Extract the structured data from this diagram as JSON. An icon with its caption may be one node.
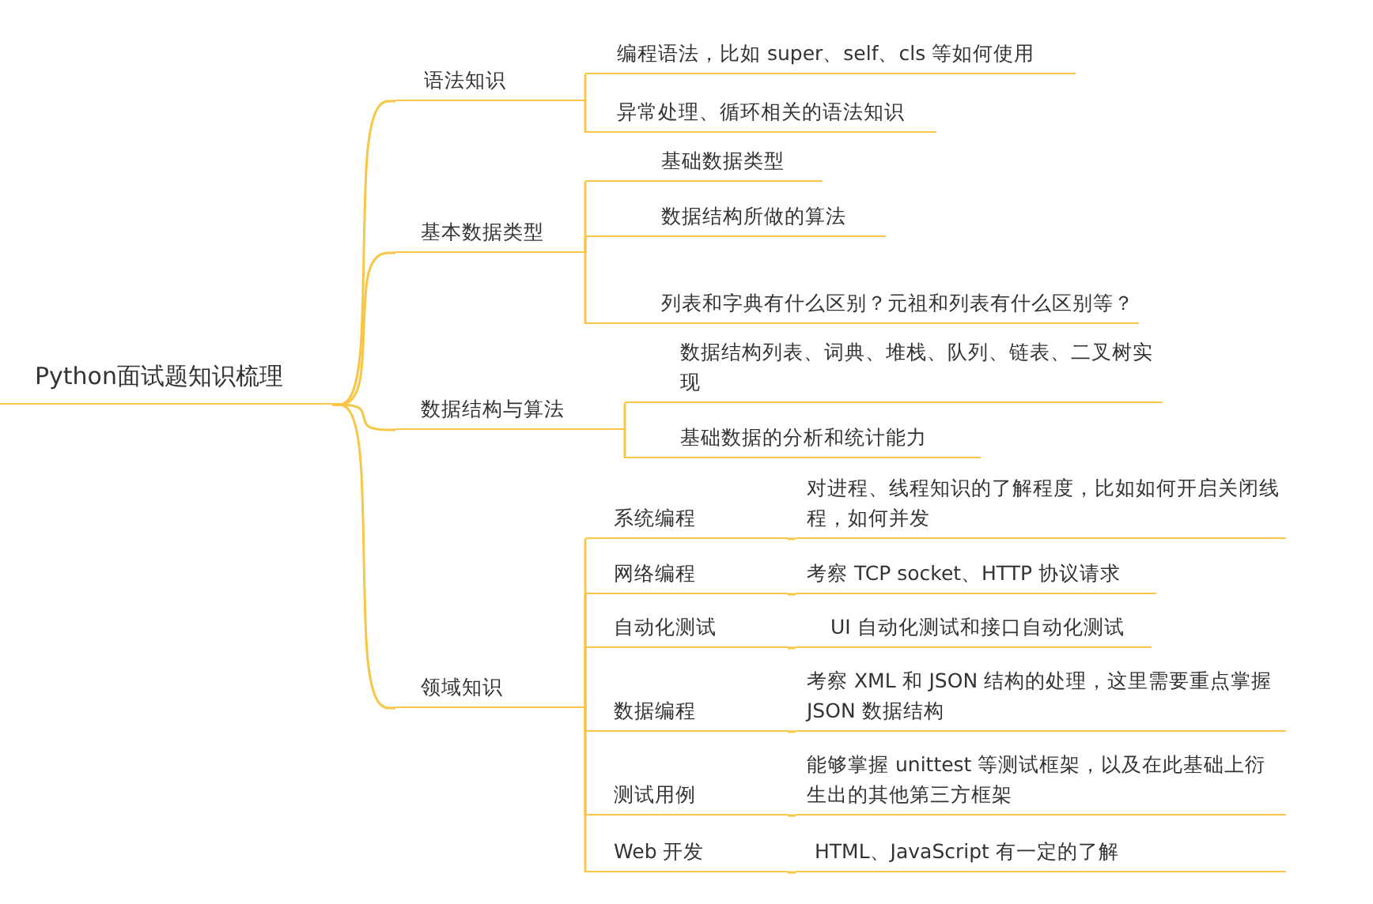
{
  "diagram": {
    "nodes": [
      {
        "text": [
          "Python面试题知识梳理"
        ]
      },
      {
        "text": [
          "语法知识"
        ]
      },
      {
        "text": [
          "编程语法，比如 super、self、cls 等如何使用"
        ]
      },
      {
        "text": [
          "异常处理、循环相关的语法知识"
        ]
      },
      {
        "text": [
          "基本数据类型"
        ]
      },
      {
        "text": [
          "基础数据类型"
        ]
      },
      {
        "text": [
          "数据结构所做的算法"
        ]
      },
      {
        "text": [
          "列表和字典有什么区别？元祖和列表有什么区别等？"
        ]
      },
      {
        "text": [
          "数据结构与算法"
        ]
      },
      {
        "text": [
          "数据结构列表、词典、堆栈、队列、链表、二叉树实现"
        ]
      },
      {
        "text": [
          "基础数据的分析和统计能力"
        ]
      },
      {
        "text": [
          "领域知识"
        ]
      },
      {
        "text": [
          "系统编程"
        ]
      },
      {
        "text": [
          "对进程、线程知识的了解程度，比如如何开启关闭线程，如何并发"
        ]
      },
      {
        "text": [
          "网络编程"
        ]
      },
      {
        "text": [
          "考察 TCP socket、HTTP 协议请求"
        ]
      },
      {
        "text": [
          "自动化测试"
        ]
      },
      {
        "text": [
          "UI 自动化测试和接口自动化测试"
        ]
      },
      {
        "text": [
          "数据编程"
        ]
      },
      {
        "text": [
          "考察 XML 和 JSON 结构的处理，这里需要重点掌握 JSON 数据结构"
        ]
      },
      {
        "text": [
          "测试用例"
        ]
      },
      {
        "text": [
          "能够掌握 unittest 等测试框架，以及在此基础上衍生出的其他第三方框架"
        ]
      },
      {
        "text": [
          "Web 开发"
        ]
      },
      {
        "text": [
          "HTML、JavaScript 有一定的了解"
        ]
      }
    ],
    "edges": [
      {
        "from": 0,
        "to": 1,
        "arrow": "none"
      },
      {
        "from": 0,
        "to": 4,
        "arrow": "none"
      },
      {
        "from": 0,
        "to": 8,
        "arrow": "none"
      },
      {
        "from": 0,
        "to": 11,
        "arrow": "none"
      },
      {
        "from": 1,
        "to": 2,
        "arrow": "none"
      },
      {
        "from": 1,
        "to": 3,
        "arrow": "none"
      },
      {
        "from": 4,
        "to": 5,
        "arrow": "none"
      },
      {
        "from": 4,
        "to": 6,
        "arrow": "none"
      },
      {
        "from": 4,
        "to": 7,
        "arrow": "none"
      },
      {
        "from": 8,
        "to": 9,
        "arrow": "none"
      },
      {
        "from": 8,
        "to": 10,
        "arrow": "none"
      },
      {
        "from": 11,
        "to": 12,
        "arrow": "none"
      },
      {
        "from": 11,
        "to": 14,
        "arrow": "none"
      },
      {
        "from": 11,
        "to": 16,
        "arrow": "none"
      },
      {
        "from": 11,
        "to": 18,
        "arrow": "none"
      },
      {
        "from": 11,
        "to": 20,
        "arrow": "none"
      },
      {
        "from": 11,
        "to": 22,
        "arrow": "none"
      },
      {
        "from": 12,
        "to": 13,
        "arrow": "none"
      },
      {
        "from": 14,
        "to": 15,
        "arrow": "none"
      },
      {
        "from": 16,
        "to": 17,
        "arrow": "none"
      },
      {
        "from": 18,
        "to": 19,
        "arrow": "none"
      },
      {
        "from": 20,
        "to": 21,
        "arrow": "none"
      },
      {
        "from": 22,
        "to": 23,
        "arrow": "none"
      }
    ]
  }
}
